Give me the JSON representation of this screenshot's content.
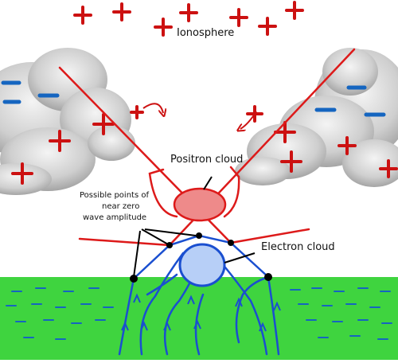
{
  "labels": {
    "ionosphere": "Ionosphere",
    "positron_cloud": "Positron cloud",
    "electron_cloud": "Electron cloud",
    "zero_points_line1": "Possible points of",
    "zero_points_line2": "near zero",
    "zero_points_line3": "wave amplitude"
  },
  "colors": {
    "positive_charge": "#cc1111",
    "negative_charge": "#1565c0",
    "beam": "#dd1a1a",
    "field_line": "#1a4fd0",
    "ground": "#3fd43f",
    "positron_fill": "#ee8a8a",
    "electron_fill": "#b7cff7"
  }
}
